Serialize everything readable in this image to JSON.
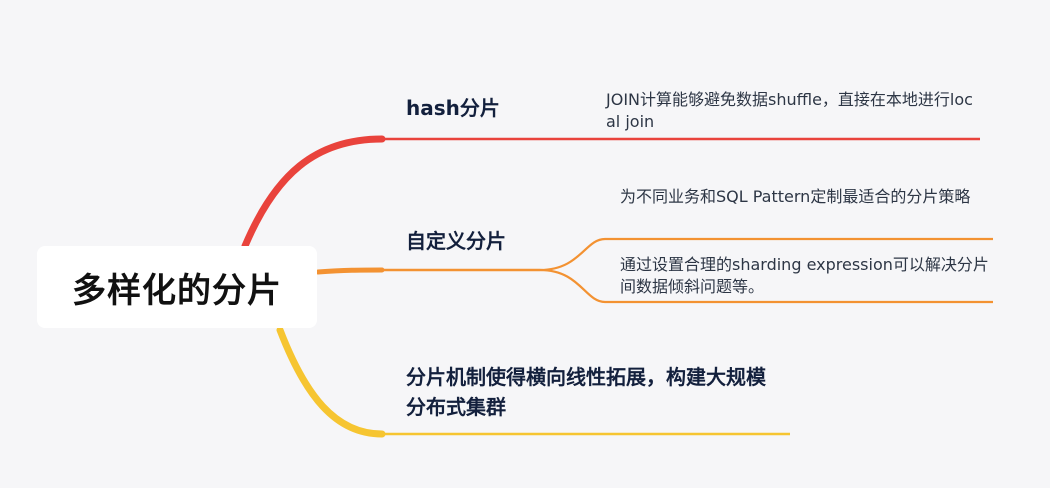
{
  "root": {
    "title": "多样化的分片"
  },
  "branches": [
    {
      "label": "hash分片",
      "color": "#e9433c",
      "leaves": [
        {
          "text": "JOIN计算能够避免数据shuffle，直接在本地进行local join"
        }
      ]
    },
    {
      "label": "自定义分片",
      "color": "#f39232",
      "leaves": [
        {
          "text": "为不同业务和SQL Pattern定制最适合的分片策略"
        },
        {
          "text": "通过设置合理的sharding expression可以解决分片间数据倾斜问题等。"
        }
      ]
    },
    {
      "label": "分片机制使得横向线性拓展，构建大规模分布式集群",
      "color": "#f6c531",
      "leaves": []
    }
  ]
}
